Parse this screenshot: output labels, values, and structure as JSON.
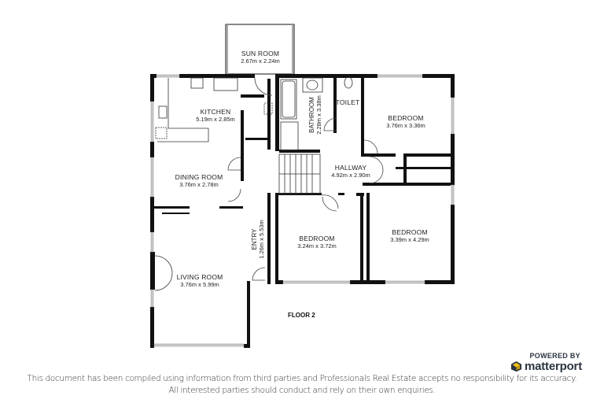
{
  "floor_label": "FLOOR 2",
  "rooms": {
    "sun_room": {
      "name": "SUN ROOM",
      "dims": "2.67m x 2.24m"
    },
    "kitchen": {
      "name": "KITCHEN",
      "dims": "5.19m x 2.85m"
    },
    "bathroom": {
      "name": "BATHROOM",
      "dims": "2.28m x 3.38m"
    },
    "toilet": {
      "name": "TOILET"
    },
    "bedroom_ne": {
      "name": "BEDROOM",
      "dims": "3.76m x 3.36m"
    },
    "dining_room": {
      "name": "DINING ROOM",
      "dims": "3.76m x 2.78m"
    },
    "hallway": {
      "name": "HALLWAY",
      "dims": "4.92m x 2.90m"
    },
    "entry": {
      "name": "ENTRY",
      "dims": "1.26m x 5.53m"
    },
    "bedroom_c": {
      "name": "BEDROOM",
      "dims": "3.24m x 3.72m"
    },
    "bedroom_se": {
      "name": "BEDROOM",
      "dims": "3.39m x 4.29m"
    },
    "living_room": {
      "name": "LIVING ROOM",
      "dims": "3.76m x 5.99m"
    }
  },
  "branding": {
    "powered_by": "POWERED BY",
    "brand": "matterport",
    "logo_icon": "matterport-cube-icon"
  },
  "disclaimer": {
    "line1": "This document has been compiled using information from third parties and Professionals Real Estate accepts no responsibility for its accuracy.",
    "line2": "All interested parties should conduct and rely on their own enquiries."
  },
  "colors": {
    "wall": "#111111",
    "window": "#bbbbbb",
    "logo_yellow": "#f2c21b",
    "brand_text": "#2a3440"
  }
}
